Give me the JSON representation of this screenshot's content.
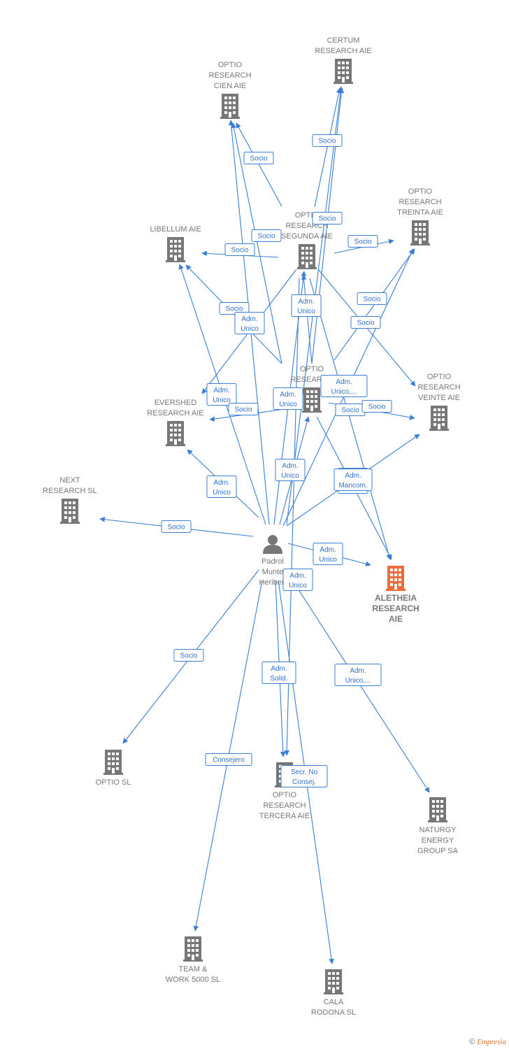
{
  "colors": {
    "edge": "#3a7fd5",
    "company": "#777777",
    "focus_company": "#f06b3a",
    "person": "#777777",
    "label_text": "#2f73c9"
  },
  "nodes": [
    {
      "id": "certum",
      "type": "company",
      "lines": [
        "CERTUM",
        "RESEARCH  AIE"
      ]
    },
    {
      "id": "cien",
      "type": "company",
      "lines": [
        "OPTIO",
        "RESEARCH",
        "CIEN  AIE"
      ]
    },
    {
      "id": "treinta",
      "type": "company",
      "lines": [
        "OPTIO",
        "RESEARCH",
        "TREINTA  AIE"
      ]
    },
    {
      "id": "libellum",
      "type": "company",
      "lines": [
        "LIBELLUM AIE"
      ]
    },
    {
      "id": "segunda",
      "type": "company",
      "lines": [
        "OPTIO",
        "RESEARCH",
        "SEGUNDA AIE"
      ]
    },
    {
      "id": "veinte",
      "type": "company",
      "lines": [
        "OPTIO",
        "RESEARCH",
        "VEINTE  AIE"
      ]
    },
    {
      "id": "optio_research",
      "type": "company",
      "lines": [
        "OPTIO",
        "RESEARCH"
      ]
    },
    {
      "id": "evershed",
      "type": "company",
      "lines": [
        "EVERSHED",
        "RESEARCH AIE"
      ]
    },
    {
      "id": "next",
      "type": "company",
      "lines": [
        "NEXT",
        "RESEARCH  SL"
      ]
    },
    {
      "id": "aletheia",
      "type": "focus",
      "lines": [
        "ALETHEIA",
        "RESEARCH",
        "AIE"
      ]
    },
    {
      "id": "person",
      "type": "person",
      "lines": [
        "Padrol",
        "Munte",
        "Heribert"
      ]
    },
    {
      "id": "optio_sl",
      "type": "company",
      "lines": [
        "OPTIO  SL"
      ]
    },
    {
      "id": "tercera",
      "type": "company",
      "lines": [
        "OPTIO",
        "RESEARCH",
        "TERCERA AIE"
      ]
    },
    {
      "id": "naturgy",
      "type": "company",
      "lines": [
        "NATURGY",
        "ENERGY",
        "GROUP SA"
      ]
    },
    {
      "id": "team",
      "type": "company",
      "lines": [
        "TEAM &",
        "WORK 5000  SL"
      ]
    },
    {
      "id": "cala",
      "type": "company",
      "lines": [
        "CALA",
        "RODONA SL"
      ]
    }
  ],
  "edges": [
    {
      "from": "person",
      "to": "certum"
    },
    {
      "from": "person",
      "to": "cien"
    },
    {
      "from": "person",
      "to": "libellum"
    },
    {
      "from": "person",
      "to": "evershed"
    },
    {
      "from": "person",
      "to": "next"
    },
    {
      "from": "person",
      "to": "aletheia"
    },
    {
      "from": "person",
      "to": "optio_sl"
    },
    {
      "from": "person",
      "to": "team"
    },
    {
      "from": "person",
      "to": "cala"
    },
    {
      "from": "person",
      "to": "naturgy"
    },
    {
      "from": "person",
      "to": "tercera"
    },
    {
      "from": "person",
      "to": "segunda"
    },
    {
      "from": "person",
      "to": "optio_research"
    },
    {
      "from": "person",
      "to": "treinta"
    },
    {
      "from": "person",
      "to": "veinte"
    },
    {
      "from": "segunda",
      "to": "cien"
    },
    {
      "from": "segunda",
      "to": "libellum"
    },
    {
      "from": "segunda",
      "to": "certum"
    },
    {
      "from": "segunda",
      "to": "treinta"
    },
    {
      "from": "segunda",
      "to": "veinte"
    },
    {
      "from": "segunda",
      "to": "evershed"
    },
    {
      "from": "segunda",
      "to": "tercera"
    },
    {
      "from": "segunda",
      "to": "aletheia"
    },
    {
      "from": "optio_research",
      "to": "cien"
    },
    {
      "from": "optio_research",
      "to": "libellum"
    },
    {
      "from": "optio_research",
      "to": "certum"
    },
    {
      "from": "optio_research",
      "to": "treinta"
    },
    {
      "from": "optio_research",
      "to": "veinte"
    },
    {
      "from": "optio_research",
      "to": "evershed"
    },
    {
      "from": "optio_research",
      "to": "segunda"
    },
    {
      "from": "optio_research",
      "to": "aletheia"
    }
  ],
  "edge_labels": [
    {
      "lines": [
        "Socio"
      ]
    },
    {
      "lines": [
        "Socio"
      ]
    },
    {
      "lines": [
        "Socio"
      ]
    },
    {
      "lines": [
        "Socio"
      ]
    },
    {
      "lines": [
        "Socio"
      ]
    },
    {
      "lines": [
        "Socio"
      ]
    },
    {
      "lines": [
        "Socio"
      ]
    },
    {
      "lines": [
        "Adm.",
        "Unico"
      ]
    },
    {
      "lines": [
        "Socio"
      ]
    },
    {
      "lines": [
        "Socio"
      ]
    },
    {
      "lines": [
        "Adm.",
        "Unico"
      ]
    },
    {
      "lines": [
        "Adm.",
        "Unico"
      ]
    },
    {
      "lines": [
        "Adm.",
        "Unico"
      ]
    },
    {
      "lines": [
        "Socio"
      ]
    },
    {
      "lines": [
        "Adm.",
        "Unico,..."
      ]
    },
    {
      "lines": [
        "Adm.",
        "Unico"
      ]
    },
    {
      "lines": [
        "Socio"
      ]
    },
    {
      "lines": [
        "Socio"
      ]
    },
    {
      "lines": [
        "Adm.",
        "Unico"
      ]
    },
    {
      "lines": [
        "Adm.",
        "Unico"
      ]
    },
    {
      "lines": [
        "Adm.",
        "Unico"
      ]
    },
    {
      "lines": [
        "Socio"
      ]
    },
    {
      "lines": [
        "Adm.",
        "Unico"
      ]
    },
    {
      "lines": [
        "Adm.",
        "Unico"
      ]
    },
    {
      "lines": [
        "Socio"
      ]
    },
    {
      "lines": [
        "Adm.",
        "Solid."
      ]
    },
    {
      "lines": [
        "Adm.",
        "Unico,..."
      ]
    },
    {
      "lines": [
        "Consejero"
      ]
    },
    {
      "lines": [
        "Secr.  No",
        "Consej."
      ]
    },
    {
      "lines": [
        "Adm.",
        "Mancom."
      ]
    }
  ],
  "footer": {
    "copyright": "©",
    "brand": "Empresia"
  }
}
